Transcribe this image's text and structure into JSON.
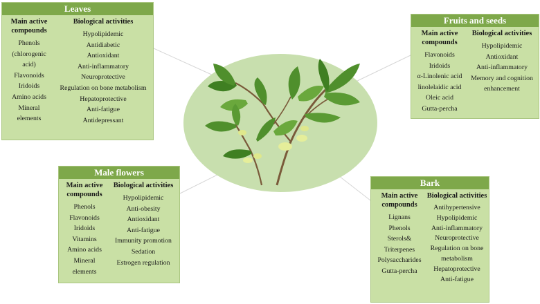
{
  "panels": {
    "leaves": {
      "title": "Leaves",
      "compounds_header": "Main active compounds",
      "activities_header": "Biological activities",
      "compounds": [
        "Phenols",
        "(chlorogenic",
        "acid)",
        "Flavonoids",
        "Iridoids",
        "Amino acids",
        "Mineral",
        "elements"
      ],
      "activities": [
        "Hypolipidemic",
        "Antidiabetic",
        "Antioxidant",
        "Anti-inflammatory",
        "Neuroprotective",
        "Regulation on bone metabolism",
        "Hepatoprotective",
        "Anti-fatigue",
        "Antidepressant"
      ]
    },
    "fruits": {
      "title": "Fruits and seeds",
      "compounds_header": "Main active compounds",
      "activities_header": "Biological activities",
      "compounds": [
        "Flavonoids",
        "Iridoids",
        "α-Linolenic acid",
        "linolelaidic acid",
        "Oleic acid",
        "Gutta-percha"
      ],
      "activities": [
        "Hypolipidemic",
        "Antioxidant",
        "Anti-inflammatory",
        "Memory and cognition",
        "enhancement"
      ]
    },
    "male": {
      "title": "Male flowers",
      "compounds_header": "Main active compounds",
      "activities_header": "Biological activities",
      "compounds": [
        "Phenols",
        "Flavonoids",
        "Iridoids",
        "Vitamins",
        "Amino acids",
        "Mineral",
        "elements"
      ],
      "activities": [
        "Hypolipidemic",
        "Anti-obesity",
        "Antioxidant",
        "Anti-fatigue",
        "Immunity promotion",
        "Sedation",
        "Estrogen regulation"
      ]
    },
    "bark": {
      "title": "Bark",
      "compounds_header": "Main active compounds",
      "activities_header": "Biological activities",
      "compounds": [
        "Lignans",
        "Phenols",
        "Sterols&",
        "Triterpenes",
        "Polysaccharides",
        "Gutta-percha"
      ],
      "activities": [
        "Antihypertensive",
        "Hypolipidemic",
        "Anti-inflammatory",
        "Neuroprotective",
        "Regulation on bone",
        "metabolism",
        "Hepatoprotective",
        "Anti-fatigue"
      ]
    }
  },
  "colors": {
    "title_bar": "#7ea84a",
    "panel_bg": "#c9e0a5",
    "ellipse": "#c8dfae",
    "leaf_dark": "#4f8f2c",
    "leaf_light": "#7cb342",
    "flower": "#e5ee9a",
    "stem": "#7a5a3a"
  },
  "icons": {
    "center": "plant-branch-icon"
  }
}
